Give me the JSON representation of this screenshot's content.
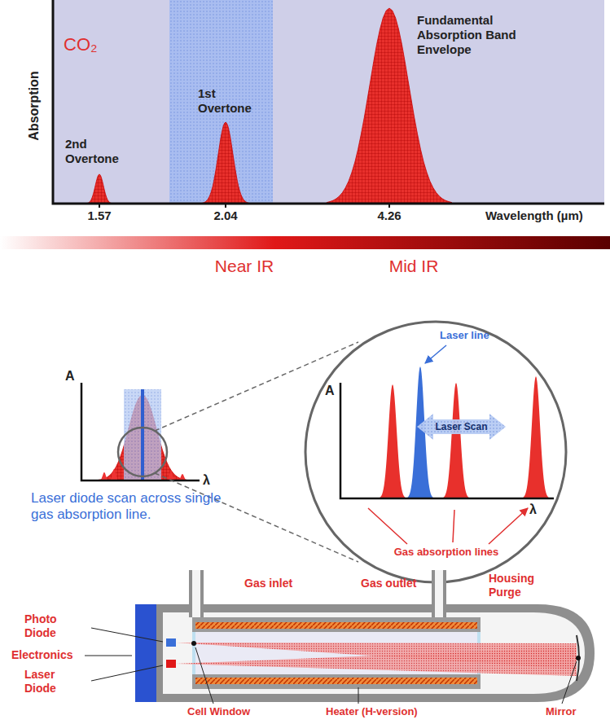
{
  "diagram": {
    "nodes": [
      {
        "text": [
          "Laser Scan"
        ]
      }
    ],
    "labels": [
      "CO₂",
      "Absorption",
      "2nd Overtone",
      "1st Overtone",
      "Fundamental Absorption Band Envelope",
      "1.57",
      "2.04",
      "4.26",
      "Wavelength (µm)",
      "Near IR",
      "Mid IR",
      "A",
      "λ",
      "Laser diode scan across single gas absorption line.",
      "A",
      "λ",
      "Laser line",
      "Gas absorption lines",
      "Gas inlet",
      "Gas outlet",
      "Housing Purge",
      "Photo Diode",
      "Electronics",
      "Laser Diode",
      "Cell Window",
      "Heater (H-version)",
      "Mirror"
    ]
  }
}
